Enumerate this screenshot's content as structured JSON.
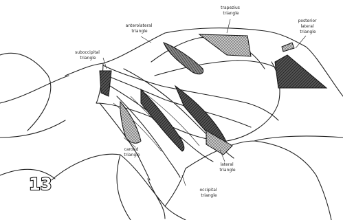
{
  "figure_number": "13",
  "labels": {
    "trapezius_triangle": [
      "trapezius",
      "triangle"
    ],
    "anterolateral_triangle": [
      "anterolateral",
      "triangle"
    ],
    "posterior_lateral_triangle": [
      "posterior",
      "lateral",
      "triangle"
    ],
    "suboccipital_triangle": [
      "suboccipital",
      "triangle"
    ],
    "carotid_triangle": [
      "carotid",
      "triangle"
    ],
    "lateral_triangle": [
      "lateral",
      "triangle"
    ],
    "occipital_triangle": [
      "occipital",
      "triangle"
    ]
  }
}
